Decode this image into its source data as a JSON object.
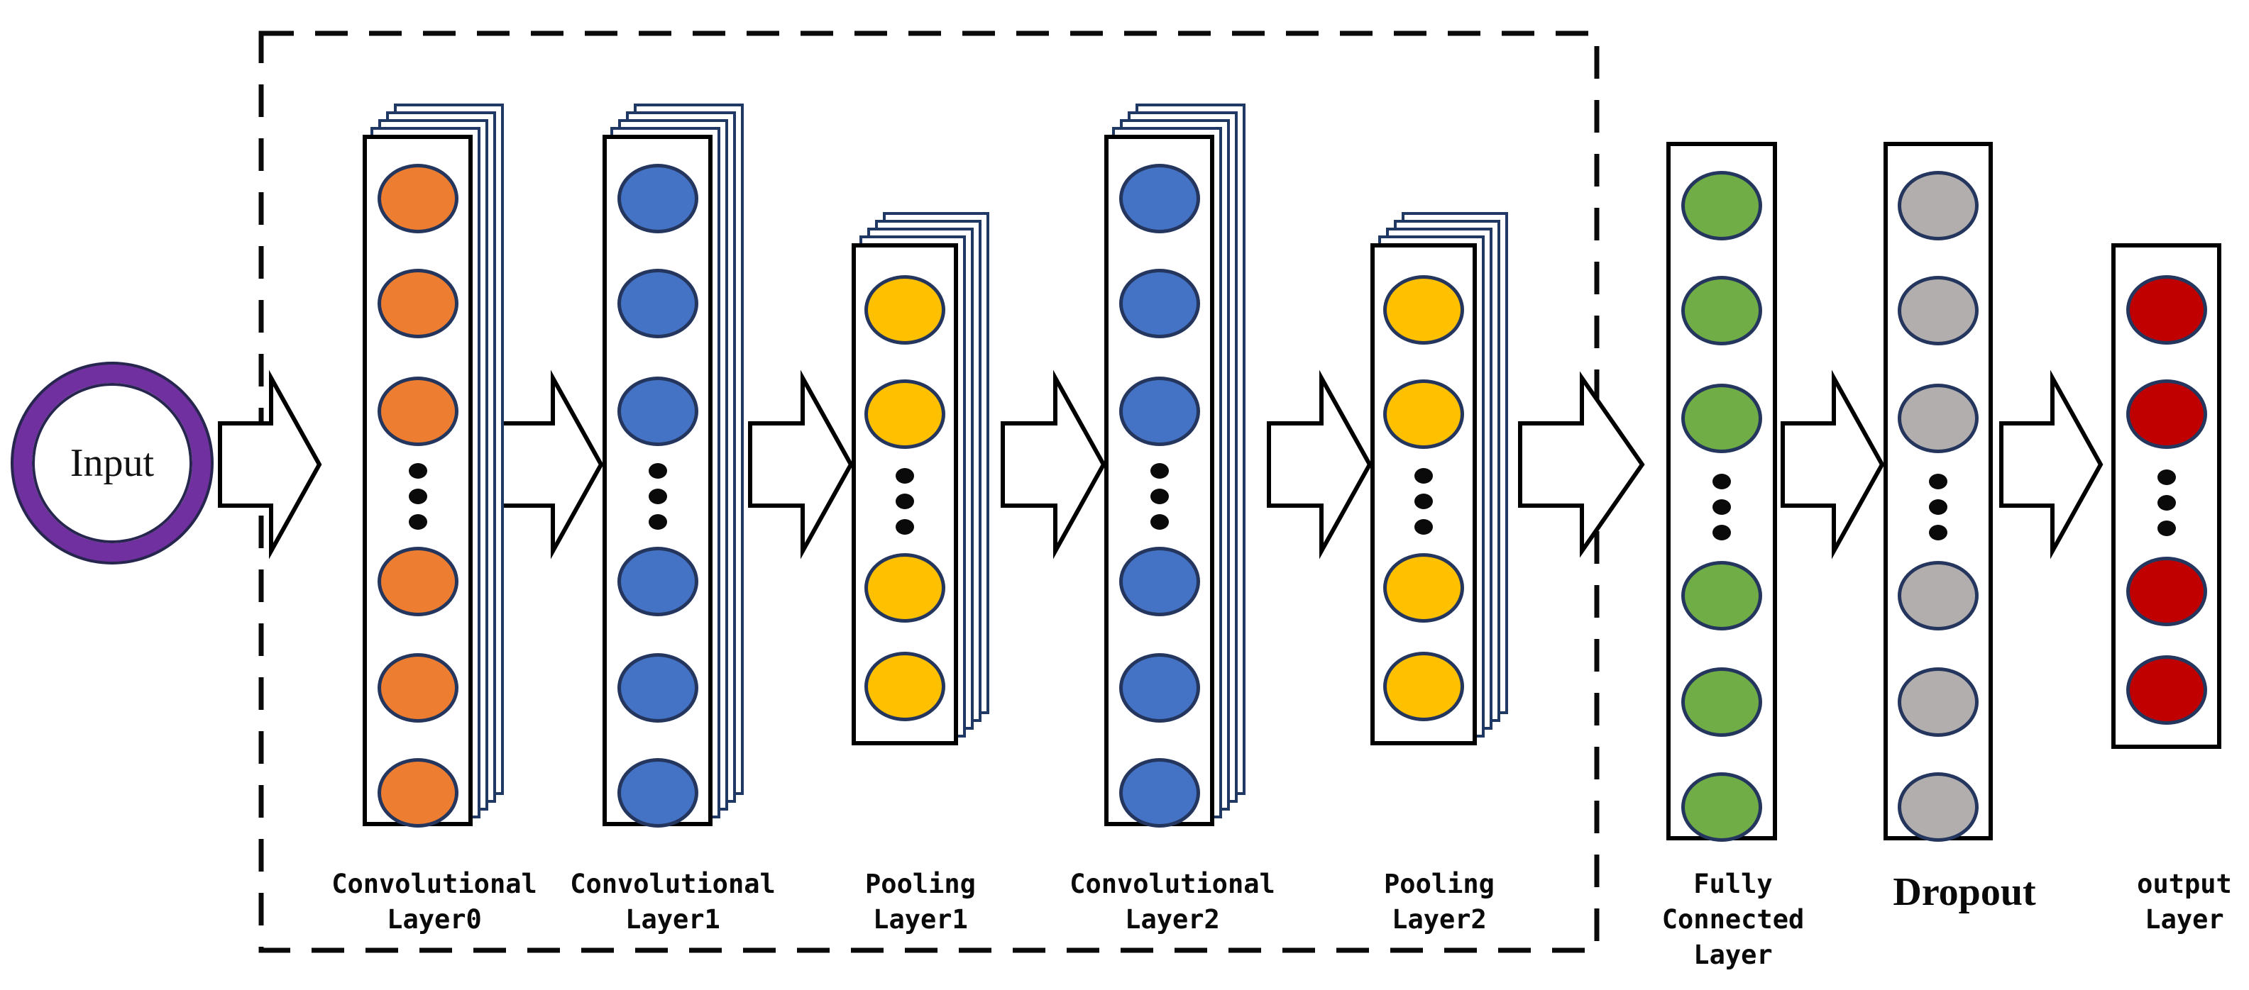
{
  "input_node": {
    "label": "Input",
    "ring_color": "#7030A0"
  },
  "layers": [
    {
      "id": "conv-layer-0",
      "label_lines": [
        "Convolutional",
        "Layer0"
      ],
      "type": "convolutional",
      "stacked": true,
      "visible_neurons": 6,
      "has_ellipsis": true,
      "color": "#ED7D31",
      "inside_dashed_group": true
    },
    {
      "id": "conv-layer-1",
      "label_lines": [
        "Convolutional",
        "Layer1"
      ],
      "type": "convolutional",
      "stacked": true,
      "visible_neurons": 6,
      "has_ellipsis": true,
      "color": "#4472C4",
      "inside_dashed_group": true
    },
    {
      "id": "pooling-layer-1",
      "label_lines": [
        "Pooling",
        "Layer1"
      ],
      "type": "pooling",
      "stacked": true,
      "visible_neurons": 4,
      "has_ellipsis": true,
      "color": "#FFC000",
      "inside_dashed_group": true
    },
    {
      "id": "conv-layer-2",
      "label_lines": [
        "Convolutional",
        "Layer2"
      ],
      "type": "convolutional",
      "stacked": true,
      "visible_neurons": 6,
      "has_ellipsis": true,
      "color": "#4472C4",
      "inside_dashed_group": true
    },
    {
      "id": "pooling-layer-2",
      "label_lines": [
        "Pooling",
        "Layer2"
      ],
      "type": "pooling",
      "stacked": true,
      "visible_neurons": 4,
      "has_ellipsis": true,
      "color": "#FFC000",
      "inside_dashed_group": true
    },
    {
      "id": "fully-connected-layer",
      "label_lines": [
        "Fully",
        "Connected",
        "Layer"
      ],
      "type": "fully-connected",
      "stacked": false,
      "visible_neurons": 6,
      "has_ellipsis": true,
      "color": "#70AD47",
      "inside_dashed_group": false
    },
    {
      "id": "dropout",
      "label_lines": [
        "Dropout"
      ],
      "type": "dropout",
      "stacked": false,
      "visible_neurons": 6,
      "has_ellipsis": true,
      "color": "#B3AEAE",
      "label_emphasis": true,
      "inside_dashed_group": false
    },
    {
      "id": "output-layer",
      "label_lines": [
        "output",
        "Layer"
      ],
      "type": "output",
      "stacked": false,
      "visible_neurons": 4,
      "has_ellipsis": true,
      "color": "#C00000",
      "inside_dashed_group": false
    }
  ],
  "arrows": {
    "count": 8,
    "direction": "right"
  },
  "colors": {
    "input_ring": "#7030A0",
    "sheet_edge": "#1F3864",
    "neuron_outline": "#24365E",
    "arrow_fill": "#FFFFFF",
    "arrow_stroke": "#000000",
    "dashed_border": "#0A0A0A",
    "background": "#FFFFFF"
  }
}
